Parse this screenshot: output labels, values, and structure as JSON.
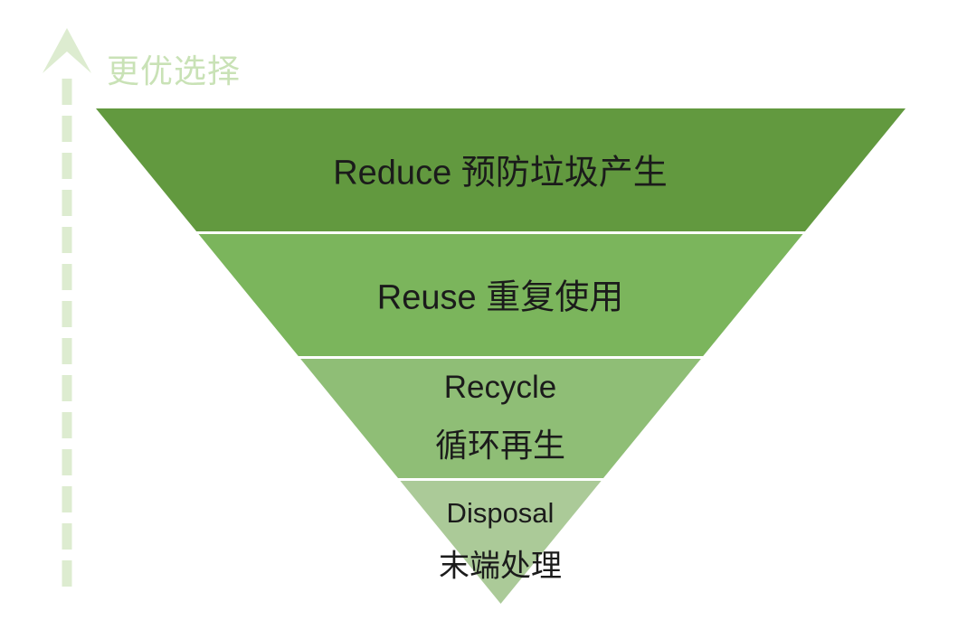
{
  "background_color": "#ffffff",
  "funnel": {
    "type": "inverted-pyramid",
    "text_color": "#1b1b1b",
    "separator_color": "#ffffff",
    "levels": [
      {
        "name": "reduce",
        "line1": "Reduce 预防垃圾产生",
        "color": "#62993f"
      },
      {
        "name": "reuse",
        "line1": "Reuse 重复使用",
        "color": "#7bb55c"
      },
      {
        "name": "recycle",
        "line1": "Recycle",
        "line2": "循环再生",
        "color": "#8fbe76"
      },
      {
        "name": "disposal",
        "line1": "Disposal",
        "line2": "末端处理",
        "color": "#abca98"
      }
    ]
  },
  "better_choice_arrow": {
    "label": "更优选择",
    "direction": "up",
    "arrow_color": "#ddecd0",
    "label_color": "#c9e2b6"
  }
}
